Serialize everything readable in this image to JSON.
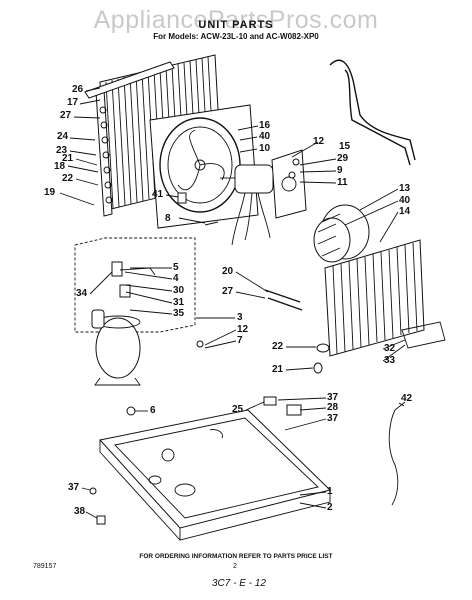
{
  "watermark": "AppliancePartsPros.com",
  "header": {
    "title": "UNIT PARTS",
    "models": "For Models: ACW-23L-10 and AC-W082-XP0"
  },
  "footer": {
    "instructions": "FOR ORDERING INFORMATION REFER TO PARTS PRICE LIST",
    "doc_number": "789157",
    "page_number": "2",
    "handwritten": "3C7 - E - 12"
  },
  "callouts": [
    "26",
    "17",
    "27",
    "24",
    "23",
    "21",
    "18",
    "22",
    "19",
    "16",
    "40",
    "10",
    "12",
    "29",
    "9",
    "11",
    "15",
    "41",
    "8",
    "13",
    "40",
    "14",
    "5",
    "4",
    "30",
    "31",
    "35",
    "3",
    "34",
    "12",
    "7",
    "20",
    "27",
    "22",
    "21",
    "32",
    "33",
    "6",
    "25",
    "37",
    "28",
    "37",
    "42",
    "37",
    "1",
    "2",
    "38"
  ]
}
